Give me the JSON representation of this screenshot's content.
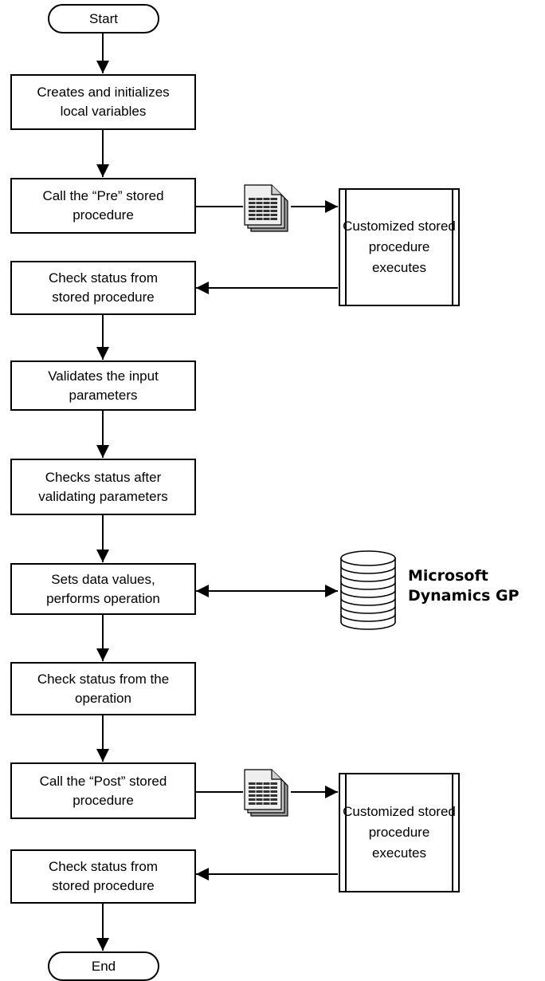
{
  "start": "Start",
  "end": "End",
  "steps": [
    {
      "line1": "Creates and initializes",
      "line2": "local variables"
    },
    {
      "line1": "Call the “Pre” stored",
      "line2": "procedure"
    },
    {
      "line1": "Check status from",
      "line2": "stored procedure"
    },
    {
      "line1": "Validates the input",
      "line2": "parameters"
    },
    {
      "line1": "Checks status after",
      "line2": "validating parameters"
    },
    {
      "line1": "Sets data values,",
      "line2": "performs operation"
    },
    {
      "line1": "Check status from the",
      "line2": "operation"
    },
    {
      "line1": "Call the “Post” stored",
      "line2": "procedure"
    },
    {
      "line1": "Check status from",
      "line2": "stored procedure"
    }
  ],
  "custom_procedure": [
    "Customized",
    "stored",
    "procedure",
    "executes"
  ],
  "database": {
    "line1": "Microsoft",
    "line2": "Dynamics GP"
  },
  "icons": {
    "document": "document-stack-icon",
    "database": "database-cylinder-icon"
  }
}
